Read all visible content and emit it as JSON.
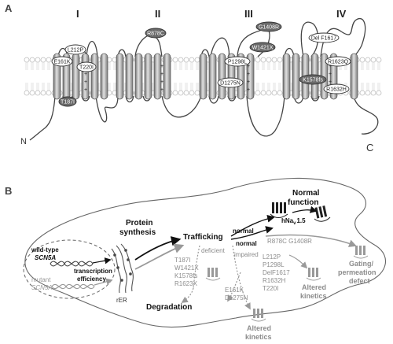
{
  "panel_a": {
    "label": "A",
    "domains": [
      "I",
      "II",
      "III",
      "IV"
    ],
    "terminal_n": "N",
    "terminal_c": "C",
    "mutations": [
      {
        "text": "L212P",
        "style": "light"
      },
      {
        "text": "E161K",
        "style": "light"
      },
      {
        "text": "T220I",
        "style": "light"
      },
      {
        "text": "T187I",
        "style": "dark"
      },
      {
        "text": "R878C",
        "style": "dark"
      },
      {
        "text": "P1298L",
        "style": "light"
      },
      {
        "text": "D1275N",
        "style": "light"
      },
      {
        "text": "G1408R",
        "style": "dark"
      },
      {
        "text": "W1421X",
        "style": "dark"
      },
      {
        "text": "Del F1617",
        "style": "light"
      },
      {
        "text": "R1623Q",
        "style": "light"
      },
      {
        "text": "K1578fs",
        "style": "dark"
      },
      {
        "text": "R1632H",
        "style": "light"
      }
    ]
  },
  "panel_b": {
    "label": "B",
    "nucleus": {
      "wild_type_line1": "wild-type",
      "wild_type_line2": "SCN5A",
      "mutant_line1": "mutant",
      "mutant_line2": "SCN5A",
      "transcription_line1": "transcription",
      "transcription_line2": "efficiency"
    },
    "rer": "rER",
    "protein_synthesis_line1": "Protein",
    "protein_synthesis_line2": "synthesis",
    "trafficking": "Trafficking",
    "deficient": "deficient",
    "impaired": "impaired",
    "normal_upper": "normal",
    "normal_lower": "normal",
    "hnav_main": "hNa",
    "hnav_sub": "v",
    "hnav_suffix": "1.5",
    "normal_function_line1": "Normal",
    "normal_function_line2": "function",
    "gating_mutations": "R878C  G1408R",
    "gating_line1": "Gating/",
    "gating_line2": "permeation",
    "gating_line3": "defect",
    "trafficking_defect_mutations": [
      "T187I",
      "W1421X",
      "K1578fs",
      "R1623X"
    ],
    "degradation": "Degradation",
    "kinetic_mutations_right": [
      "L212P",
      "P1298L",
      "DelF1617",
      "R1632H",
      "T220I"
    ],
    "altered_kinetics_right_line1": "Altered",
    "altered_kinetics_right_line2": "kinetics",
    "kinetic_mutations_bottom": [
      "E161K",
      "D1275N"
    ],
    "altered_kinetics_bottom_line1": "Altered",
    "altered_kinetics_bottom_line2": "kinetics"
  }
}
